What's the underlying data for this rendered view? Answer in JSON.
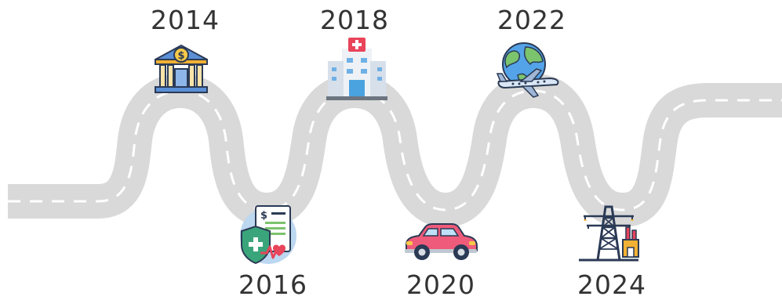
{
  "milestones": [
    {
      "year": "2014",
      "icon": "bank-icon"
    },
    {
      "year": "2016",
      "icon": "health-insurance-icon"
    },
    {
      "year": "2018",
      "icon": "hospital-icon"
    },
    {
      "year": "2020",
      "icon": "car-icon"
    },
    {
      "year": "2022",
      "icon": "globe-airplane-icon"
    },
    {
      "year": "2024",
      "icon": "power-tower-icon"
    }
  ],
  "colors": {
    "road": "#d9d9d9",
    "lane": "#ffffff",
    "text": "#333333"
  }
}
